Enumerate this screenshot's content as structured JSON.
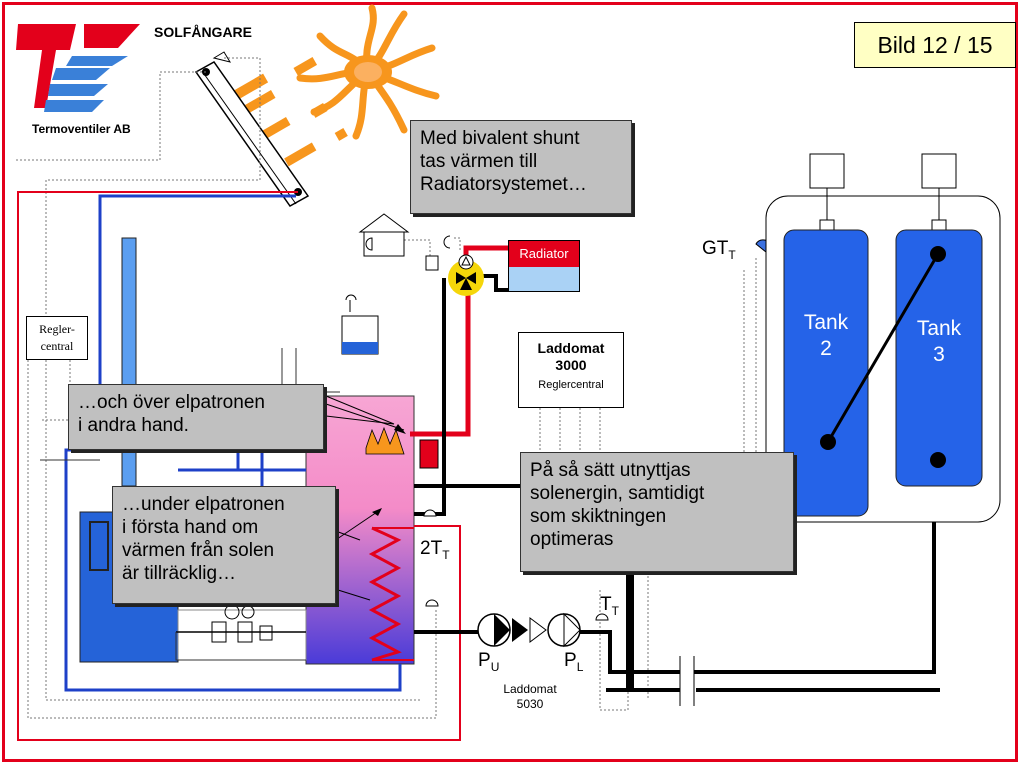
{
  "slide": {
    "number_label": "Bild 12 / 15",
    "title": "SOLFÅNGARE",
    "company": "Termoventiler AB",
    "accent_red": "#e3001b",
    "accent_blue": "#1e5bd6"
  },
  "callouts": {
    "bivalent": [
      "Med bivalent shunt",
      "tas värmen till",
      "Radiatorsystemet…"
    ],
    "over": [
      "…och över  elpatronen",
      "i andra hand."
    ],
    "under": [
      "…under elpatronen",
      "i första hand om",
      "värmen från solen",
      "är tillräcklig…"
    ],
    "summary": [
      "På så sätt utnyttjas",
      "solenergin, samtidigt",
      "som skiktningen",
      "optimeras"
    ]
  },
  "components": {
    "radiator": "Radiator",
    "regler_central": [
      "Regler-",
      "central"
    ],
    "laddomat_3000": [
      "Laddomat",
      "3000"
    ],
    "laddomat_3000_sub": "Reglercentral",
    "tank2": [
      "Tank",
      "2"
    ],
    "tank3": [
      "Tank",
      "3"
    ],
    "laddomat_5030": [
      "Laddomat",
      "5030"
    ]
  },
  "sensors": {
    "gt": {
      "main": "GT",
      "sub": "T"
    },
    "t2": {
      "main": "2T",
      "sub": "T"
    },
    "tt": {
      "main": "T",
      "sub": "T"
    },
    "pu": {
      "main": "P",
      "sub": "U"
    },
    "pl": {
      "main": "P",
      "sub": "L"
    }
  },
  "icons": [
    "logo-tv-icon",
    "sun-icon",
    "solar-collector-icon",
    "house-thermostat-icon",
    "shunt-valve-icon",
    "pump-icon",
    "expansion-tank-icon",
    "burner-flame-icon",
    "heating-coil-icon"
  ]
}
